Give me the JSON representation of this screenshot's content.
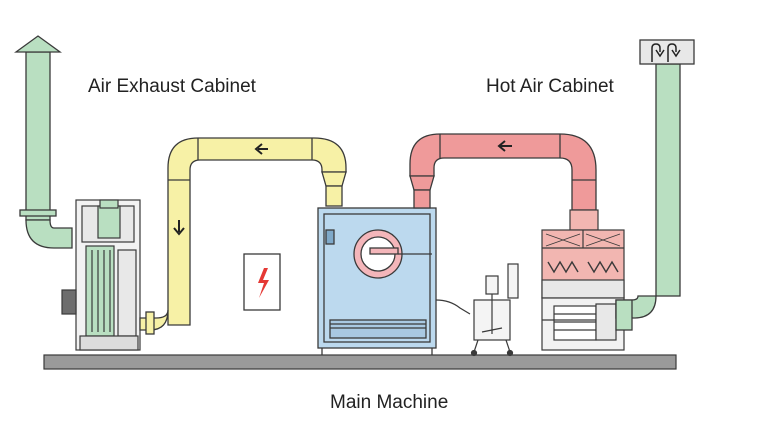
{
  "labels": {
    "air_exhaust_cabinet": "Air Exhaust Cabinet",
    "hot_air_cabinet": "Hot Air Cabinet",
    "main_machine": "Main Machine"
  },
  "colors": {
    "exhaust_duct": "#b9dfc1",
    "return_duct": "#f7f1a6",
    "hot_duct": "#ef9a9a",
    "machine_body": "#bcd9ee",
    "hot_cabinet": "#f2b6b1",
    "base": "#9a9a9a",
    "outline": "#3a3a3a",
    "warning_red": "#e53935"
  },
  "icons": {
    "exhaust_arrow": "arrow-up-icon",
    "return_flow": "arrow-left-icon",
    "down_flow": "arrow-down-icon",
    "hot_flow": "arrow-left-icon",
    "intake": "intake-arrows-icon",
    "electric_panel": "lightning-icon"
  }
}
